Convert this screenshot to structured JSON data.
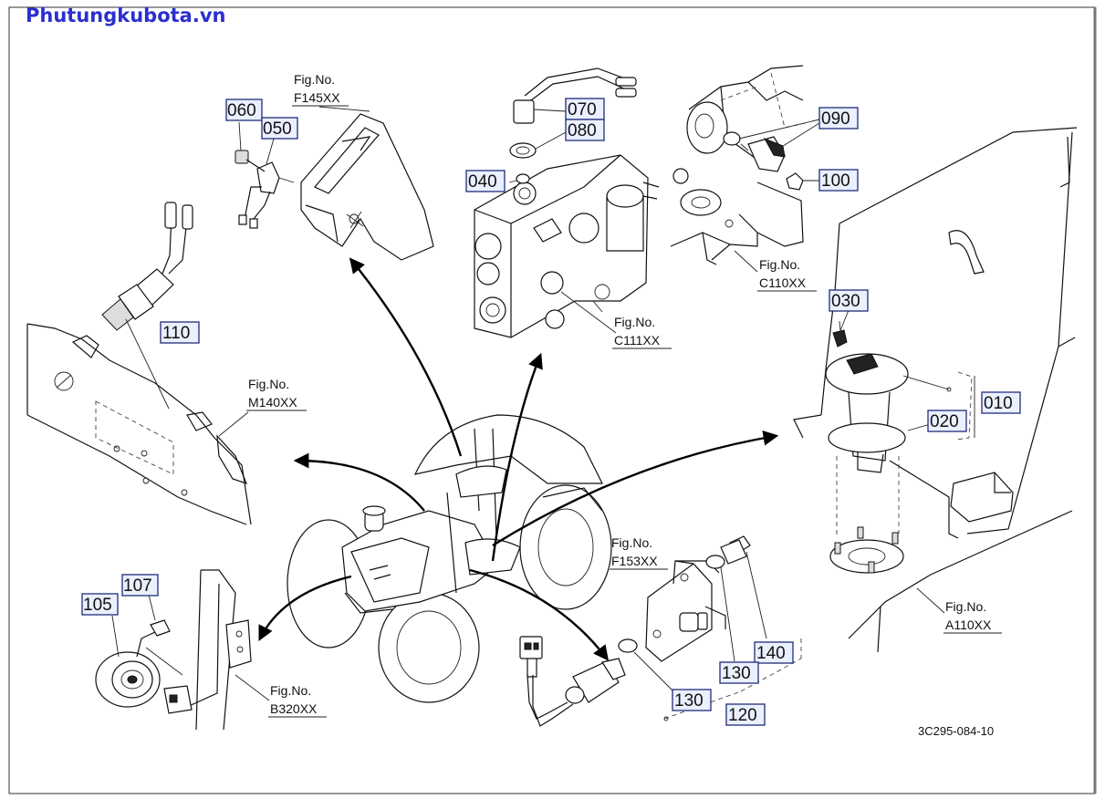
{
  "watermark": "Phutungkubota.vn",
  "drawing_code": "3C295-084-10",
  "part_labels": {
    "p010": "010",
    "p020": "020",
    "p030": "030",
    "p040": "040",
    "p050": "050",
    "p060": "060",
    "p070": "070",
    "p080": "080",
    "p090": "090",
    "p100": "100",
    "p105": "105",
    "p107": "107",
    "p110": "110",
    "p120": "120",
    "p130a": "130",
    "p130b": "130",
    "p140": "140"
  },
  "fig_refs": {
    "f145": {
      "title": "Fig.No.",
      "code": "F145XX"
    },
    "c110": {
      "title": "Fig.No.",
      "code": "C110XX"
    },
    "c111": {
      "title": "Fig.No.",
      "code": "C111XX"
    },
    "m140": {
      "title": "Fig.No.",
      "code": "M140XX"
    },
    "f153": {
      "title": "Fig.No.",
      "code": "F153XX"
    },
    "a110": {
      "title": "Fig.No.",
      "code": "A110XX"
    },
    "b320": {
      "title": "Fig.No.",
      "code": "B320XX"
    }
  }
}
